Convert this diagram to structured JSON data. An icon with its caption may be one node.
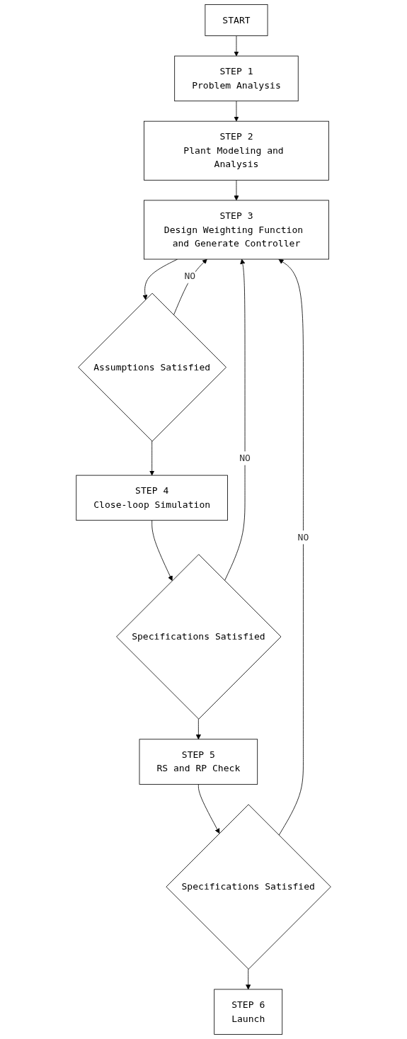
{
  "diagram": {
    "nodes": [
      {
        "text": [
          "START"
        ]
      },
      {
        "text": [
          "STEP 1",
          "Problem Analysis"
        ]
      },
      {
        "text": [
          "STEP 2",
          "Plant Modeling and Analysis"
        ]
      },
      {
        "text": [
          "STEP 3",
          "Design Weighting Function and Generate Controller"
        ]
      },
      {
        "text": [
          "Assumptions Satisfied"
        ]
      },
      {
        "text": [
          "STEP 4",
          "Close-loop Simulation"
        ]
      },
      {
        "text": [
          "Specifications Satisfied"
        ]
      },
      {
        "text": [
          "STEP 5",
          "RS and RP Check"
        ]
      },
      {
        "text": [
          "Specifications Satisfied"
        ]
      },
      {
        "text": [
          "STEP 6",
          "Launch"
        ]
      }
    ],
    "edges": [
      {
        "from": 0,
        "to": 1,
        "arrow": "to"
      },
      {
        "from": 1,
        "to": 2,
        "arrow": "to"
      },
      {
        "from": 2,
        "to": 3,
        "arrow": "to"
      },
      {
        "from": 3,
        "to": 4,
        "arrow": "to"
      },
      {
        "from": 4,
        "to": 3,
        "arrow": "to",
        "label": "NO"
      },
      {
        "from": 4,
        "to": 5,
        "arrow": "to"
      },
      {
        "from": 5,
        "to": 6,
        "arrow": "to"
      },
      {
        "from": 6,
        "to": 3,
        "arrow": "to",
        "label": "NO"
      },
      {
        "from": 6,
        "to": 7,
        "arrow": "to"
      },
      {
        "from": 7,
        "to": 8,
        "arrow": "to"
      },
      {
        "from": 8,
        "to": 3,
        "arrow": "to",
        "label": "NO"
      },
      {
        "from": 8,
        "to": 9,
        "arrow": "to"
      }
    ]
  }
}
